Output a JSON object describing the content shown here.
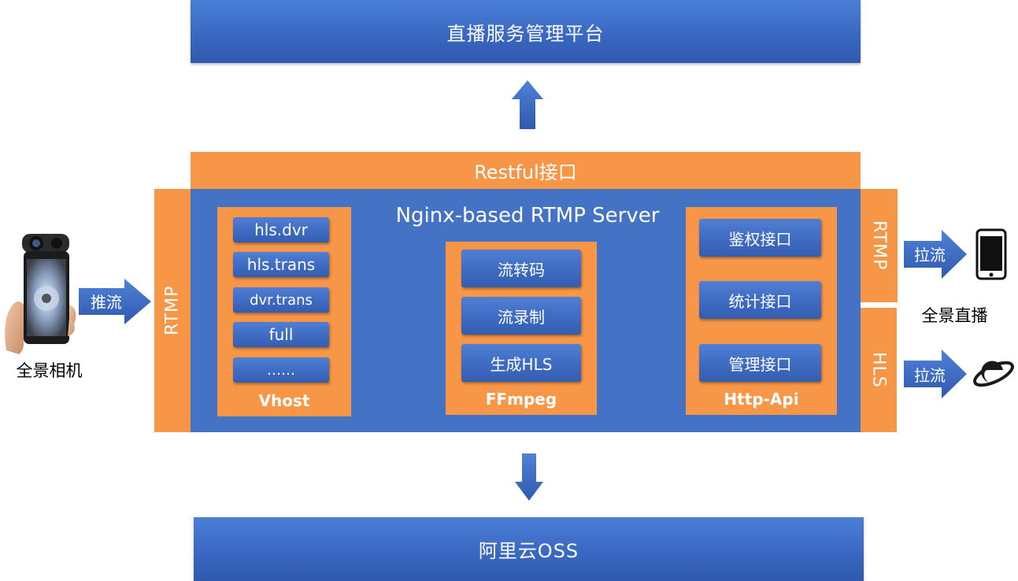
{
  "top_bar": {
    "label": "直播服务管理平台"
  },
  "restful": {
    "label": "Restful接口"
  },
  "server": {
    "title": "Nginx-based RTMP Server"
  },
  "rtmp_in": {
    "label": "RTMP"
  },
  "rtmp_out": {
    "label": "RTMP"
  },
  "hls_out": {
    "label": "HLS"
  },
  "vhost": {
    "label": "Vhost",
    "items": [
      "hls.dvr",
      "hls.trans",
      "dvr.trans",
      "full",
      "……"
    ]
  },
  "ffmpeg": {
    "label": "FFmpeg",
    "items": [
      "流转码",
      "流录制",
      "生成HLS"
    ]
  },
  "http_api": {
    "label": "Http-Api",
    "items": [
      "鉴权接口",
      "统计接口",
      "管理接口"
    ]
  },
  "push": {
    "label": "推流"
  },
  "pull_rtmp": {
    "label": "拉流"
  },
  "pull_hls": {
    "label": "拉流"
  },
  "camera": {
    "caption": "全景相机"
  },
  "live": {
    "caption": "全景直播"
  },
  "bottom_bar": {
    "label": "阿里云OSS"
  },
  "colors": {
    "blue": "#4472c4",
    "orange": "#f79646"
  }
}
